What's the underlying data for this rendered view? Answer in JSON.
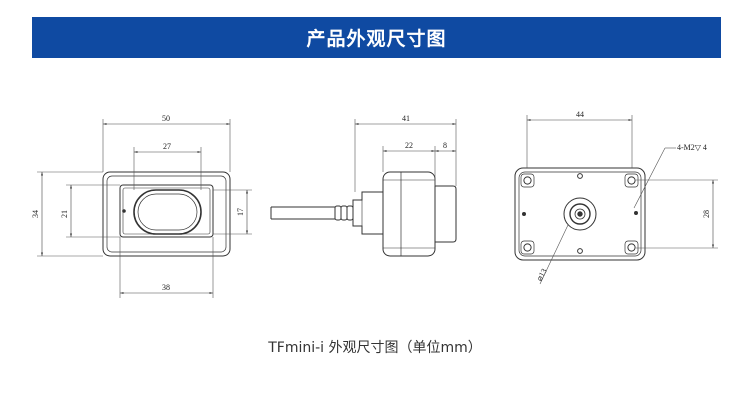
{
  "banner": {
    "title": "产品外观尺寸图"
  },
  "caption": "TFmini-i 外观尺寸图（单位mm）",
  "colors": {
    "banner": "#0f4aa2",
    "line": "#333333",
    "dim_line": "#444444"
  },
  "front_view": {
    "width_outer": "50",
    "width_inner": "27",
    "width_bottom": "38",
    "height_outer": "34",
    "height_inner": "21",
    "height_lens": "17"
  },
  "side_view": {
    "length_total": "41",
    "length_body": "22",
    "length_connector": "8"
  },
  "back_view": {
    "width": "44",
    "screw_label": "4-M2▽ 4",
    "height": "28",
    "hole_diameter": "⌀13"
  }
}
